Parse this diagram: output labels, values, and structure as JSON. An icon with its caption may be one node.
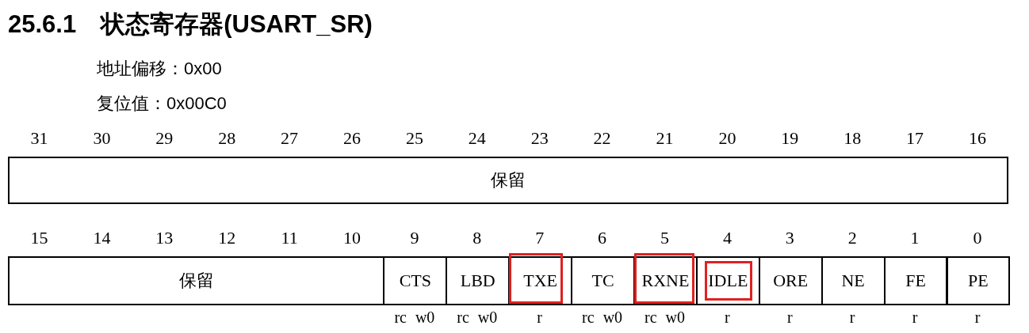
{
  "diagram": {
    "title": "25.6.1　状态寄存器(USART_SR)",
    "labels": [
      "地址偏移：0x00",
      "复位值：0x00C0",
      "31",
      "30",
      "29",
      "28",
      "27",
      "26",
      "25",
      "24",
      "23",
      "22",
      "21",
      "20",
      "19",
      "18",
      "17",
      "16",
      "保留",
      "15",
      "14",
      "13",
      "12",
      "11",
      "10",
      "9",
      "8",
      "7",
      "6",
      "5",
      "4",
      "3",
      "2",
      "1",
      "0",
      "保留",
      "CTS",
      "LBD",
      "TXE",
      "TC",
      "RXNE",
      "IDLE",
      "ORE",
      "NE",
      "FE",
      "PE",
      "rc w0",
      "rc w0",
      "r",
      "rc w0",
      "rc w0",
      "r",
      "r",
      "r",
      "r",
      "r"
    ]
  }
}
